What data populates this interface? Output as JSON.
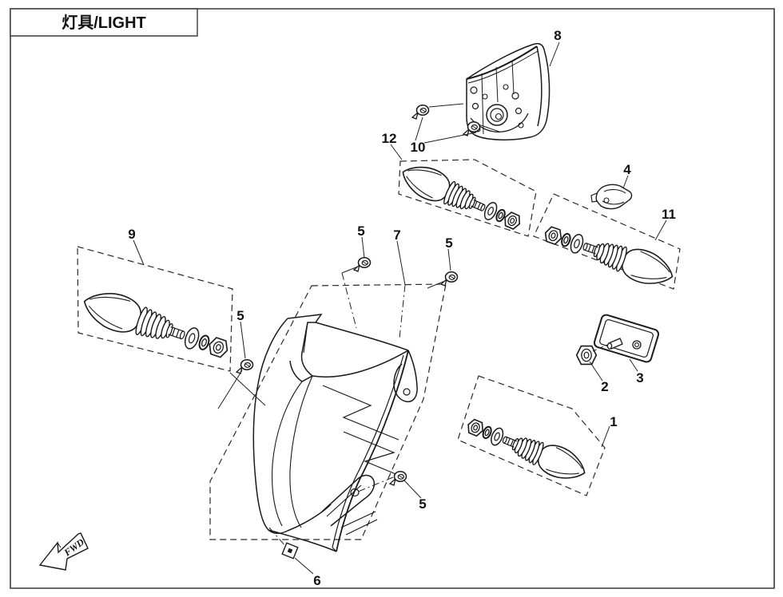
{
  "title": "灯具/LIGHT",
  "direction_arrow": {
    "label": "FWD"
  },
  "callouts": {
    "n1": "1",
    "n2": "2",
    "n3": "3",
    "n4": "4",
    "n5": "5",
    "n6": "6",
    "n7": "7",
    "n8": "8",
    "n9": "9",
    "n10": "10",
    "n11": "11",
    "n12": "12"
  }
}
